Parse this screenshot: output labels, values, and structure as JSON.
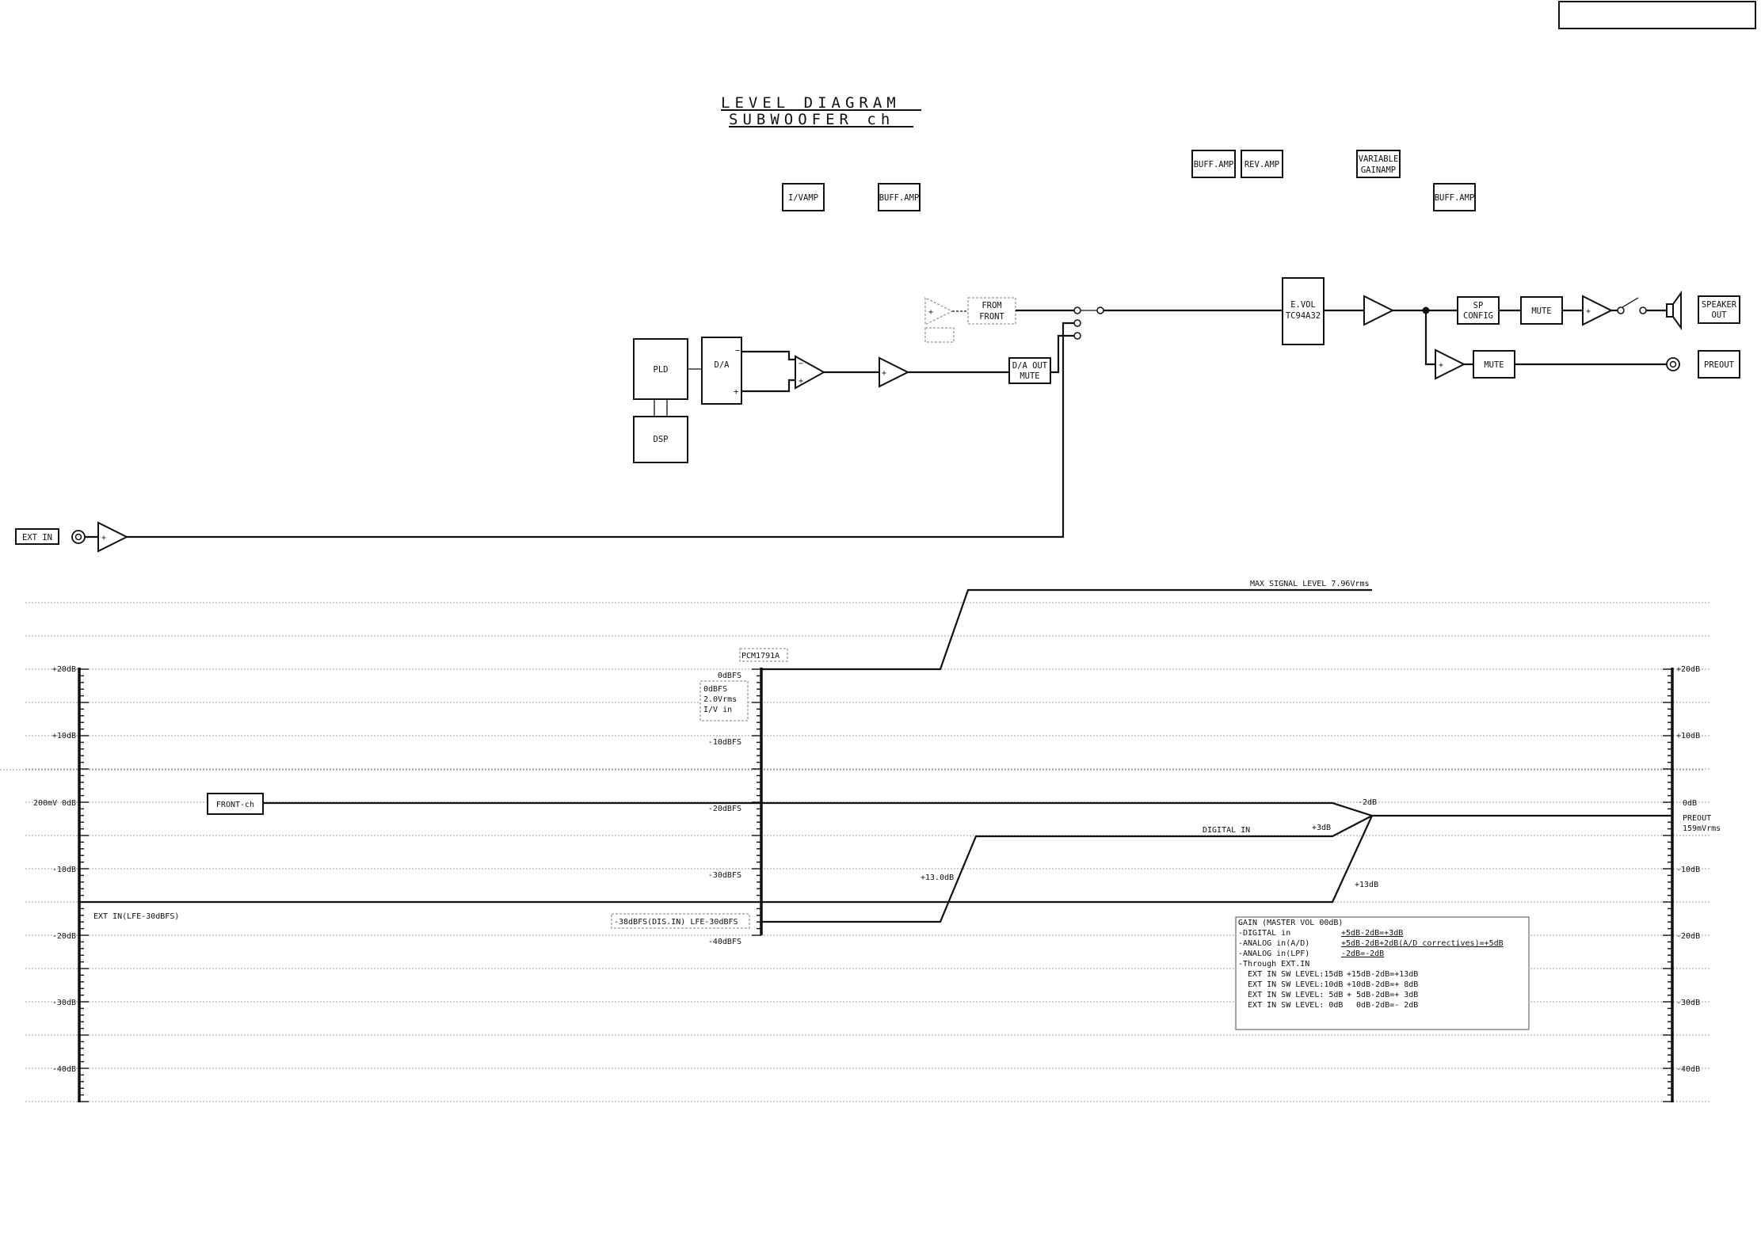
{
  "title": {
    "line1": "LEVEL DIAGRAM",
    "line2": "SUBWOOFER ch"
  },
  "blocks": {
    "ivamp": "I/VAMP",
    "buff_amp_1": "BUFF.AMP",
    "buff_amp_2": "BUFF.AMP",
    "rev_amp": "REV.AMP",
    "variable_gainamp": [
      "VARIABLE",
      "GAINAMP"
    ],
    "buff_amp_3": "BUFF.AMP",
    "pld": "PLD",
    "dsp": "DSP",
    "da": "D/A",
    "da_out_mute": [
      "D/A OUT",
      "MUTE"
    ],
    "from_front": [
      "FROM",
      "FRONT"
    ],
    "evol": [
      "E.VOL",
      "TC94A32"
    ],
    "sp_config": [
      "SP",
      "CONFIG"
    ],
    "mute_1": "MUTE",
    "mute_2": "MUTE",
    "speaker_out": [
      "SPEAKER",
      "OUT"
    ],
    "preout": "PREOUT",
    "ext_in": "EXT IN"
  },
  "level_chart": {
    "scale_labels": [
      "+20dB",
      "+10dB",
      "0dB",
      "-10dB",
      "-20dB",
      "-30dB",
      "-40dB"
    ],
    "zero_prefix": "200mV",
    "mid_scale_labels": [
      "0dBFS",
      "-10dBFS",
      "-20dBFS",
      "-30dBFS",
      "-40dBFS"
    ],
    "max_signal": "MAX SIGNAL LEVEL 7.96Vrms",
    "pcm": "PCM1791A",
    "dbfs_note": [
      "0dBFS",
      "2.0Vrms",
      "I/V in"
    ],
    "front_ch": "FRONT-ch",
    "ext_in_lfe": "EXT IN(LFE-30dBFS)",
    "dis_in_note": "-38dBFS(DIS.IN) LFE-30dBFS",
    "digital_in": "DIGITAL IN",
    "plus13_0": "+13.0dB",
    "plus3": "+3dB",
    "minus2": "-2dB",
    "plus13": "+13dB",
    "preout_level": [
      "PREOUT",
      "159mVrms"
    ],
    "gain_box": [
      "GAIN (MASTER VOL 00dB)",
      "-DIGITAL in",
      "-ANALOG in(A/D)",
      "-ANALOG in(LPF)",
      "-Through EXT.IN",
      "  EXT IN SW LEVEL:15dB",
      "  EXT IN SW LEVEL:10dB",
      "  EXT IN SW LEVEL: 5dB",
      "  EXT IN SW LEVEL: 0dB"
    ],
    "gain_values": [
      "+5dB-2dB=+3dB",
      "+5dB-2dB+2dB(A/D correctives)=+5dB",
      "-2dB=-2dB",
      "+15dB-2dB=+13dB",
      "+10dB-2dB=+ 8dB",
      "+ 5dB-2dB=+ 3dB",
      "  0dB-2dB=- 2dB"
    ]
  }
}
